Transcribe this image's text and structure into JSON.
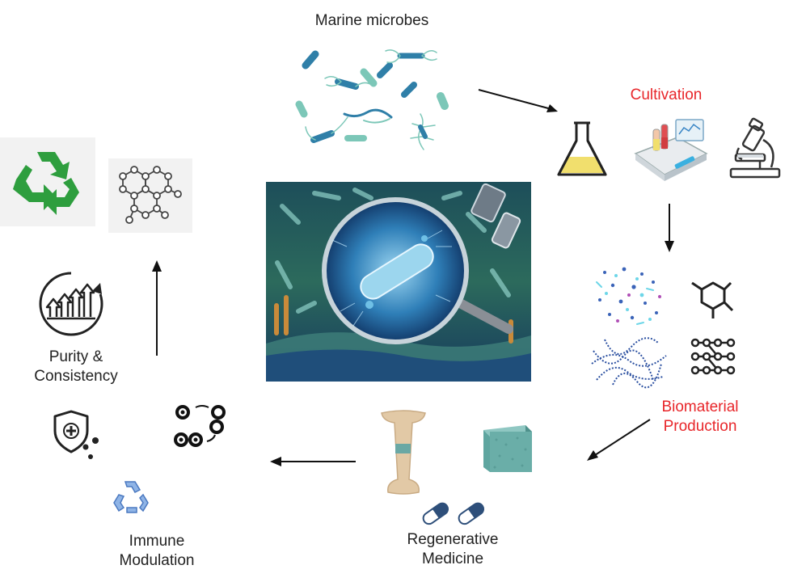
{
  "labels": {
    "marine_microbes": "Marine microbes",
    "cultivation": "Cultivation",
    "biomaterial_line1": "Biomaterial",
    "biomaterial_line2": "Production",
    "regenerative_line1": "Regenerative",
    "regenerative_line2": "Medicine",
    "immune_line1": "Immune",
    "immune_line2": "Modulation",
    "purity_line1": "Purity &",
    "purity_line2": "Consistency"
  },
  "colors": {
    "stage_highlight": "#e8262a",
    "text": "#222222",
    "recycle_green": "#2e9e3e",
    "microbe_blue": "#2f7fa8",
    "microbe_teal": "#7cc7b8",
    "flask_liquid": "#f1df6d",
    "scaffold_teal": "#5fa6a0",
    "bone": "#e2c9a6"
  },
  "icons": [
    "microbe-cluster-icon",
    "flask-icon",
    "lab-device-icon",
    "microscope-icon",
    "particles-icon",
    "molecule-icon",
    "fiber-network-icon",
    "node-network-icon",
    "scaffold-cube-icon",
    "bone-implant-icon",
    "capsule-icon",
    "shield-plus-icon",
    "cell-cycle-icon",
    "recycle-blue-icon",
    "growth-chart-icon",
    "recycle-green-icon",
    "hexagon-lattice-icon"
  ]
}
